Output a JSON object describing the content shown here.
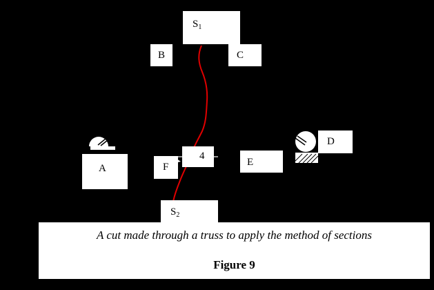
{
  "labels": {
    "s1": {
      "main": "S",
      "sub": "1"
    },
    "s2": {
      "main": "S",
      "sub": "2"
    },
    "b": "B",
    "c": "C",
    "a": "A",
    "d": "D",
    "e": "E",
    "f": "F",
    "member4": "4"
  },
  "caption": {
    "text": "A cut made through a truss to apply the method of sections",
    "figure": "Figure 9"
  },
  "colors": {
    "background": "#000000",
    "label_fill": "#ffffff",
    "cut_line": "#e00000"
  }
}
